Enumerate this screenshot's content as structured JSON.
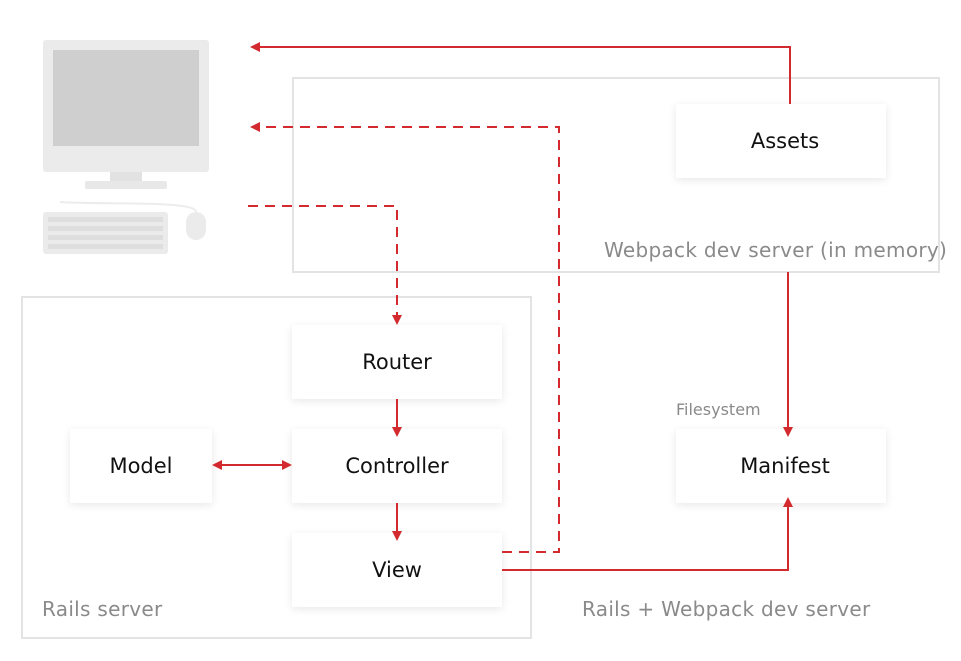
{
  "regions": {
    "webpack_dev_server": "Webpack dev server (in memory)",
    "rails_server": "Rails server",
    "rails_webpack": "Rails + Webpack dev server"
  },
  "nodes": {
    "assets": "Assets",
    "router": "Router",
    "controller": "Controller",
    "model": "Model",
    "view": "View",
    "manifest": "Manifest"
  },
  "labels": {
    "filesystem": "Filesystem"
  },
  "colors": {
    "arrow": "#d32a2f",
    "region_border": "#e3e3e3",
    "computer": "#ebebeb",
    "screen": "#cfcfcf"
  },
  "icons": {
    "computer": "desktop-computer-icon",
    "keyboard": "keyboard-icon",
    "mouse": "mouse-icon"
  }
}
